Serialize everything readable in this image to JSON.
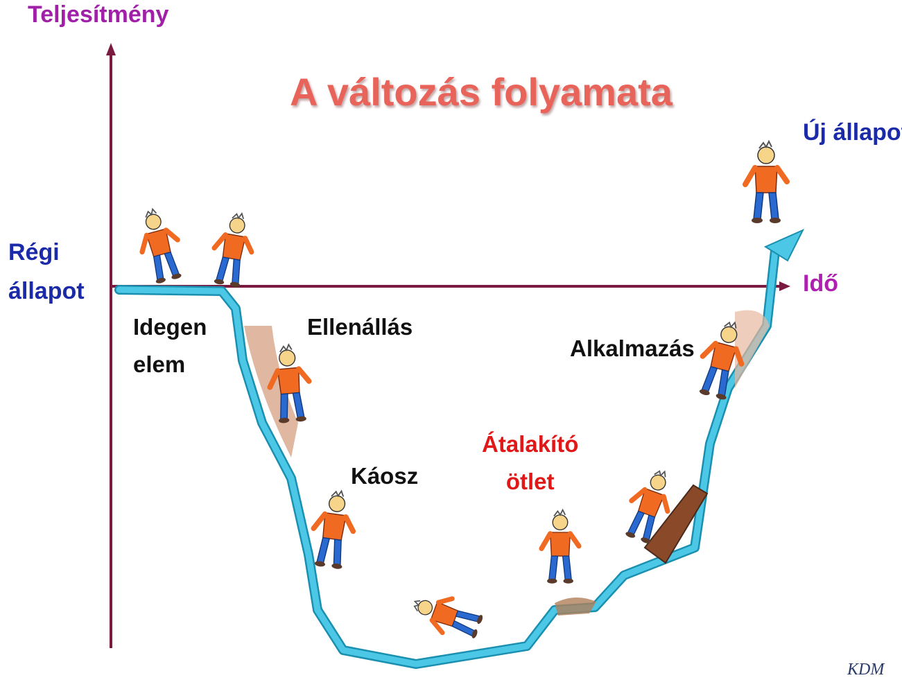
{
  "title": "A változás folyamata",
  "axes": {
    "y_label": "Teljesítmény",
    "x_label": "Idő"
  },
  "states": {
    "old": [
      "Régi",
      "állapot"
    ],
    "new": "Új állapot"
  },
  "stages": {
    "foreign_element": [
      "Idegen",
      "elem"
    ],
    "resistance": "Ellenállás",
    "chaos": "Káosz",
    "transforming_idea": [
      "Átalakító",
      "ötlet"
    ],
    "application": "Alkalmazás"
  },
  "watermark": "KDM",
  "colors": {
    "title": "#e8645a",
    "axis": "#7a1a40",
    "curve": "#4cc8e6",
    "curve_outline": "#1a8fb0",
    "y_label": "#a020a8",
    "x_label": "#b020b0",
    "state_labels": "#1a2aa8",
    "idea_label": "#e01818",
    "figure_shirt": "#f06a22",
    "figure_pants": "#2a6ad0"
  },
  "figures": [
    {
      "name": "running-figure",
      "pose": "running"
    },
    {
      "name": "startled-figure",
      "pose": "startled"
    },
    {
      "name": "falling-figure",
      "pose": "climbing-down"
    },
    {
      "name": "tumbling-figure",
      "pose": "falling"
    },
    {
      "name": "lying-figure",
      "pose": "crawling"
    },
    {
      "name": "surprised-figure",
      "pose": "surprised"
    },
    {
      "name": "pushing-log-figure",
      "pose": "pushing"
    },
    {
      "name": "climbing-figure",
      "pose": "climbing-up"
    },
    {
      "name": "standing-figure",
      "pose": "standing"
    }
  ]
}
